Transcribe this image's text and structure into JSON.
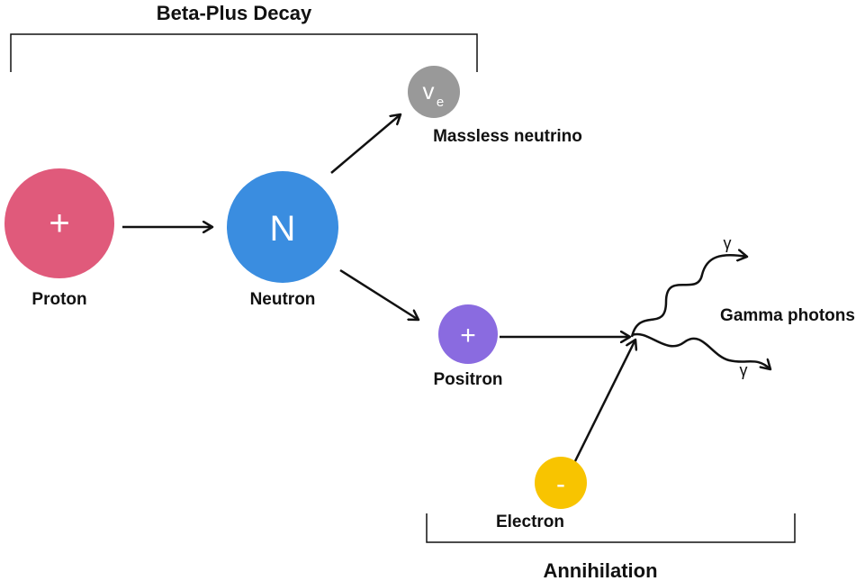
{
  "title_top": "Beta-Plus Decay",
  "title_bottom": "Annihilation",
  "proton": {
    "symbol": "+",
    "label": "Proton",
    "color": "#E05A7B"
  },
  "neutron": {
    "symbol": "N",
    "label": "Neutron",
    "color": "#3A8DE0"
  },
  "neutrino": {
    "symbol": "v",
    "subscript": "e",
    "label": "Massless neutrino",
    "color": "#999999"
  },
  "positron": {
    "symbol": "+",
    "label": "Positron",
    "color": "#8A6BE0"
  },
  "electron": {
    "symbol": "-",
    "label": "Electron",
    "color": "#F8C400"
  },
  "gamma": {
    "label": "Gamma photons",
    "symbol": "γ"
  }
}
